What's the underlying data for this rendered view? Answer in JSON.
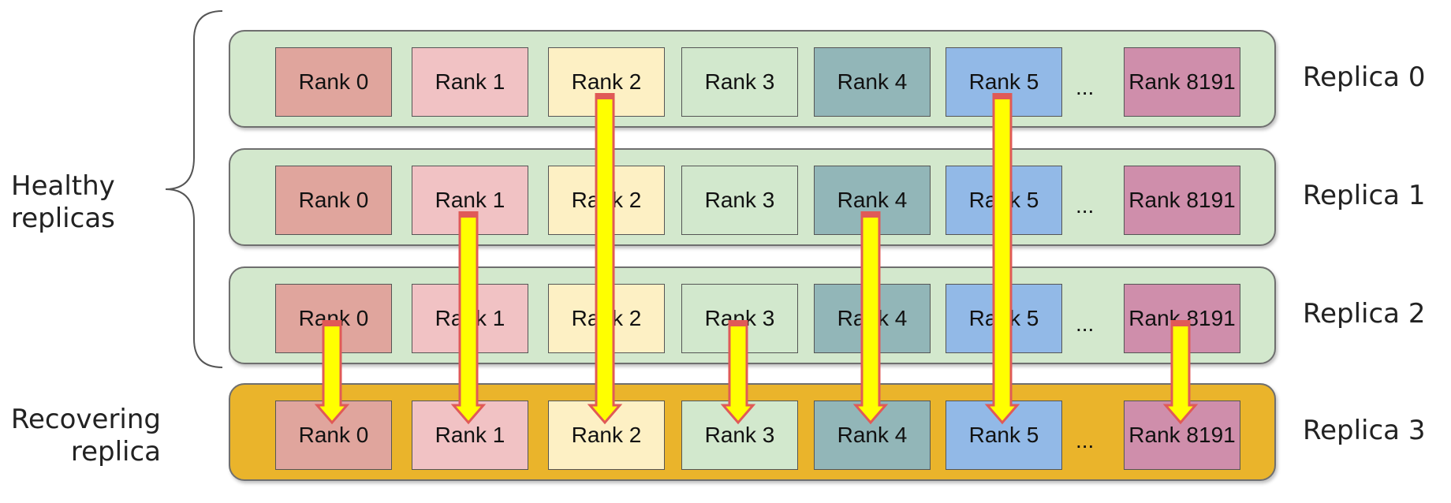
{
  "labels": {
    "healthy": [
      "Healthy",
      "replicas"
    ],
    "recovering": [
      "Recovering",
      "replica"
    ]
  },
  "ellipsis": "...",
  "ranks": [
    "Rank 0",
    "Rank 1",
    "Rank 2",
    "Rank 3",
    "Rank 4",
    "Rank 5",
    "Rank 8191"
  ],
  "rank_colors": [
    "#e0a59d",
    "#f1c2c4",
    "#fdf0c4",
    "#d2e8cd",
    "#92b6b8",
    "#92b9e7",
    "#cf8eab"
  ],
  "replicas": [
    {
      "name": "Replica 0",
      "state": "healthy"
    },
    {
      "name": "Replica 1",
      "state": "healthy"
    },
    {
      "name": "Replica 2",
      "state": "healthy"
    },
    {
      "name": "Replica 3",
      "state": "recovering"
    }
  ],
  "colors": {
    "healthy_row": "#d3e8cd",
    "recovering_row": "#eab42b",
    "arrow_fill": "#ffff00",
    "arrow_stroke": "#e05a57"
  },
  "transfers": [
    {
      "rank": "Rank 0",
      "from": "Replica 2",
      "to": "Replica 3"
    },
    {
      "rank": "Rank 1",
      "from": "Replica 1",
      "to": "Replica 3"
    },
    {
      "rank": "Rank 2",
      "from": "Replica 0",
      "to": "Replica 3"
    },
    {
      "rank": "Rank 3",
      "from": "Replica 2",
      "to": "Replica 3"
    },
    {
      "rank": "Rank 4",
      "from": "Replica 1",
      "to": "Replica 3"
    },
    {
      "rank": "Rank 5",
      "from": "Replica 0",
      "to": "Replica 3"
    },
    {
      "rank": "Rank 8191",
      "from": "Replica 2",
      "to": "Replica 3"
    }
  ]
}
